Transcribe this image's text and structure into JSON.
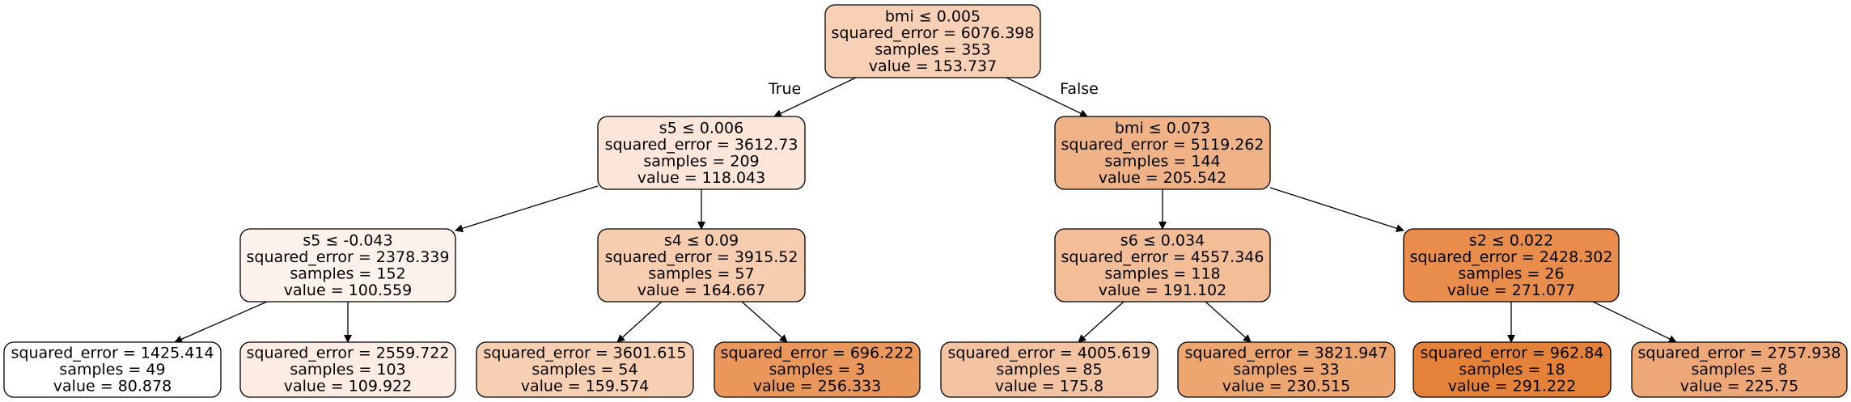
{
  "tree": {
    "edge_labels": {
      "left": "True",
      "right": "False"
    },
    "nodes": [
      {
        "id": "root",
        "fill": "#f8d0b5",
        "lines": [
          "bmi ≤ 0.005",
          "squared_error = 6076.398",
          "samples = 353",
          "value = 153.737"
        ]
      },
      {
        "id": "n1",
        "fill": "#fbe6d9",
        "lines": [
          "s5 ≤ 0.006",
          "squared_error = 3612.73",
          "samples = 209",
          "value = 118.043"
        ]
      },
      {
        "id": "n2",
        "fill": "#f0b388",
        "lines": [
          "bmi ≤ 0.073",
          "squared_error = 5119.262",
          "samples = 144",
          "value = 205.542"
        ]
      },
      {
        "id": "n3",
        "fill": "#fdf2ec",
        "lines": [
          "s5 ≤ -0.043",
          "squared_error = 2378.339",
          "samples = 152",
          "value = 100.559"
        ]
      },
      {
        "id": "n4",
        "fill": "#f7cdb0",
        "lines": [
          "s4 ≤ 0.09",
          "squared_error = 3915.52",
          "samples = 57",
          "value = 164.667"
        ]
      },
      {
        "id": "n5",
        "fill": "#f2bd97",
        "lines": [
          "s6 ≤ 0.034",
          "squared_error = 4557.346",
          "samples = 118",
          "value = 191.102"
        ]
      },
      {
        "id": "n6",
        "fill": "#e88d4c",
        "lines": [
          "s2 ≤ 0.022",
          "squared_error = 2428.302",
          "samples = 26",
          "value = 271.077"
        ]
      },
      {
        "id": "n7",
        "fill": "#ffffff",
        "lines": [
          "squared_error = 1425.414",
          "samples = 49",
          "value = 80.878"
        ]
      },
      {
        "id": "n8",
        "fill": "#fcece2",
        "lines": [
          "squared_error = 2559.722",
          "samples = 103",
          "value = 109.922"
        ]
      },
      {
        "id": "n9",
        "fill": "#f7d0b4",
        "lines": [
          "squared_error = 3601.615",
          "samples = 54",
          "value = 159.574"
        ]
      },
      {
        "id": "n10",
        "fill": "#e9975b",
        "lines": [
          "squared_error = 696.222",
          "samples = 3",
          "value = 256.333"
        ]
      },
      {
        "id": "n11",
        "fill": "#f4c4a2",
        "lines": [
          "squared_error = 4005.619",
          "samples = 85",
          "value = 175.8"
        ]
      },
      {
        "id": "n12",
        "fill": "#eea671",
        "lines": [
          "squared_error = 3821.947",
          "samples = 33",
          "value = 230.515"
        ]
      },
      {
        "id": "n13",
        "fill": "#e58139",
        "lines": [
          "squared_error = 962.84",
          "samples = 18",
          "value = 291.222"
        ]
      },
      {
        "id": "n14",
        "fill": "#eea877",
        "lines": [
          "squared_error = 2757.938",
          "samples = 8",
          "value = 225.75"
        ]
      }
    ]
  }
}
